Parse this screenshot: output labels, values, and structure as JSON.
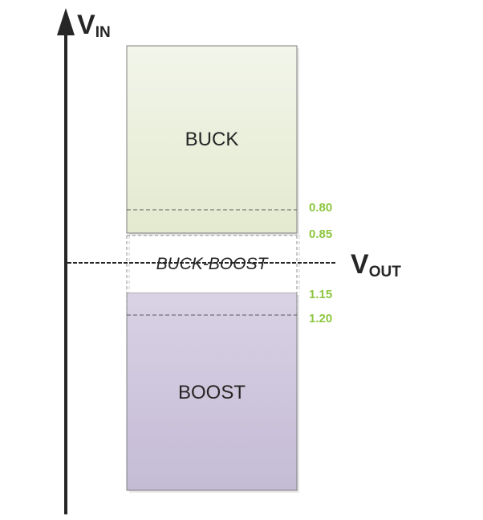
{
  "axes": {
    "vin": {
      "main": "V",
      "sub": "IN"
    },
    "vout": {
      "main": "V",
      "sub": "OUT"
    }
  },
  "regions": {
    "buck": "BUCK",
    "buck_boost": "BUCK-BOOST",
    "boost": "BOOST"
  },
  "thresholds": [
    "0.80",
    "0.85",
    "1.15",
    "1.20"
  ],
  "colors": {
    "buck_top": "#f2f5ea",
    "buck_bottom": "#e3eacf",
    "boost_top": "#d7d0e2",
    "boost_bottom": "#c6bdd6",
    "threshold_text": "#8dc63f",
    "axis": "#262626"
  }
}
